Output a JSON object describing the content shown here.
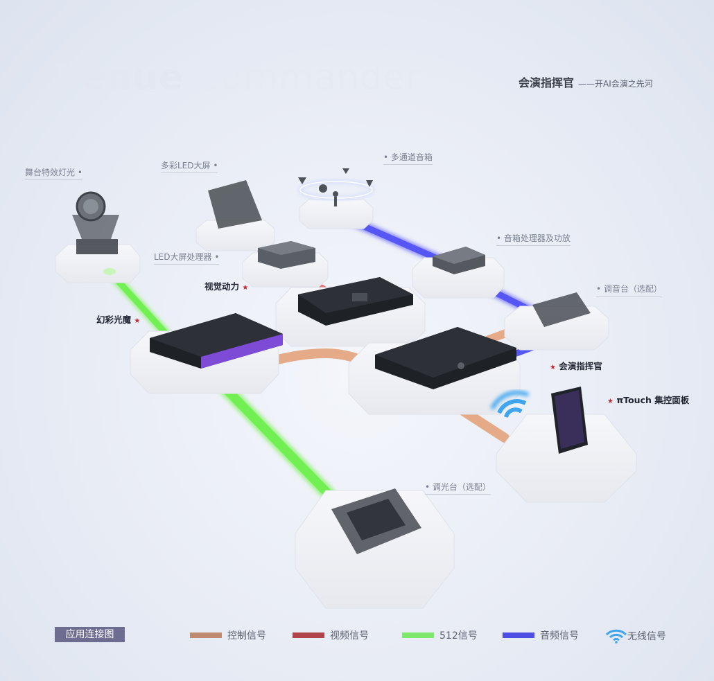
{
  "header": {
    "title_bold": "Venue",
    "title_light": "Commander",
    "subtitle": "会演指挥官",
    "subtitle_tag": "——开AI会演之先河"
  },
  "labels": {
    "stage_light": "舞台特效灯光",
    "led_screen": "多彩LED大屏",
    "speakers": "多通道音箱",
    "led_processor": "LED大屏处理器",
    "audio_processor": "音箱处理器及功放",
    "mixer": "调音台（选配）",
    "light_console": "调光台（选配）"
  },
  "products": {
    "visual": "视觉动力",
    "magic_light": "幻彩光魔",
    "commander": "会演指挥官",
    "touch_panel": "πTouch 集控面板",
    "star": "★"
  },
  "legend": {
    "title": "应用连接图",
    "items": [
      {
        "label": "控制信号",
        "color": "#c08a72"
      },
      {
        "label": "视频信号",
        "color": "#b3434a"
      },
      {
        "label": "512信号",
        "color": "#7de86b"
      },
      {
        "label": "音频信号",
        "color": "#4e4ee6"
      },
      {
        "label": "无线信号",
        "color": "#3ea6f0"
      }
    ]
  },
  "colors": {
    "control": "#e3a27a",
    "video": "#e8595e",
    "dmx": "#6df04d",
    "audio": "#5656f5",
    "wifi": "#3ea6f0"
  }
}
